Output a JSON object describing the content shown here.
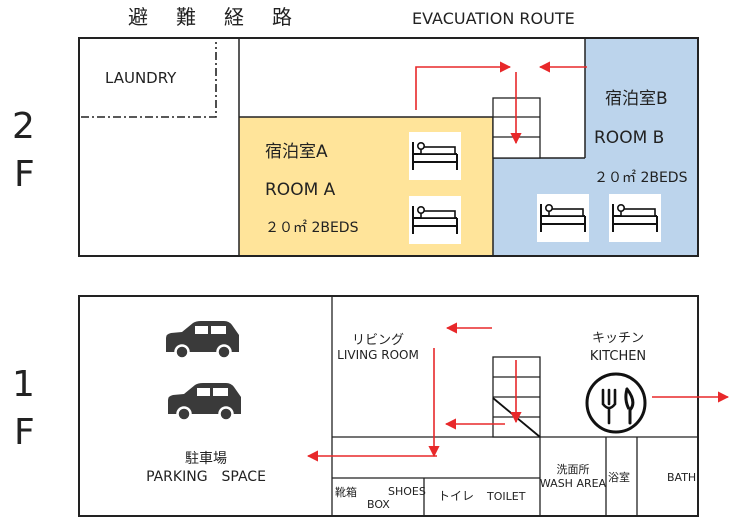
{
  "title_ja": "避　難　経　路",
  "title_en": "EVACUATION ROUTE",
  "floor2": {
    "label_num": "2",
    "label_f": "F",
    "laundry": "LAUNDRY",
    "room_a": {
      "name_ja": "宿泊室A",
      "name_en": "ROOM A",
      "spec": "２０㎡ 2BEDS"
    },
    "room_b": {
      "name_ja": "宿泊室B",
      "name_en": "ROOM B",
      "spec": "２０㎡ 2BEDS"
    }
  },
  "floor1": {
    "label_num": "1",
    "label_f": "F",
    "parking_ja": "駐車場",
    "parking_en": "PARKING　SPACE",
    "living_ja": "リビング",
    "living_en": "LIVING ROOM",
    "kitchen_ja": "キッチン",
    "kitchen_en": "KITCHEN",
    "shoes_ja": "靴箱",
    "shoes_en": "SHOES",
    "box_en": "BOX",
    "toilet_ja": "トイレ",
    "toilet_en": "TOILET",
    "wash_ja": "洗面所",
    "wash_en": "WASH AREA",
    "bath_ja": "浴室",
    "bath_en": "BATH"
  },
  "colors": {
    "room_a": "#ffe49a",
    "room_b": "#bcd4ec",
    "arrow": "#e8282a",
    "wall": "#222222"
  }
}
